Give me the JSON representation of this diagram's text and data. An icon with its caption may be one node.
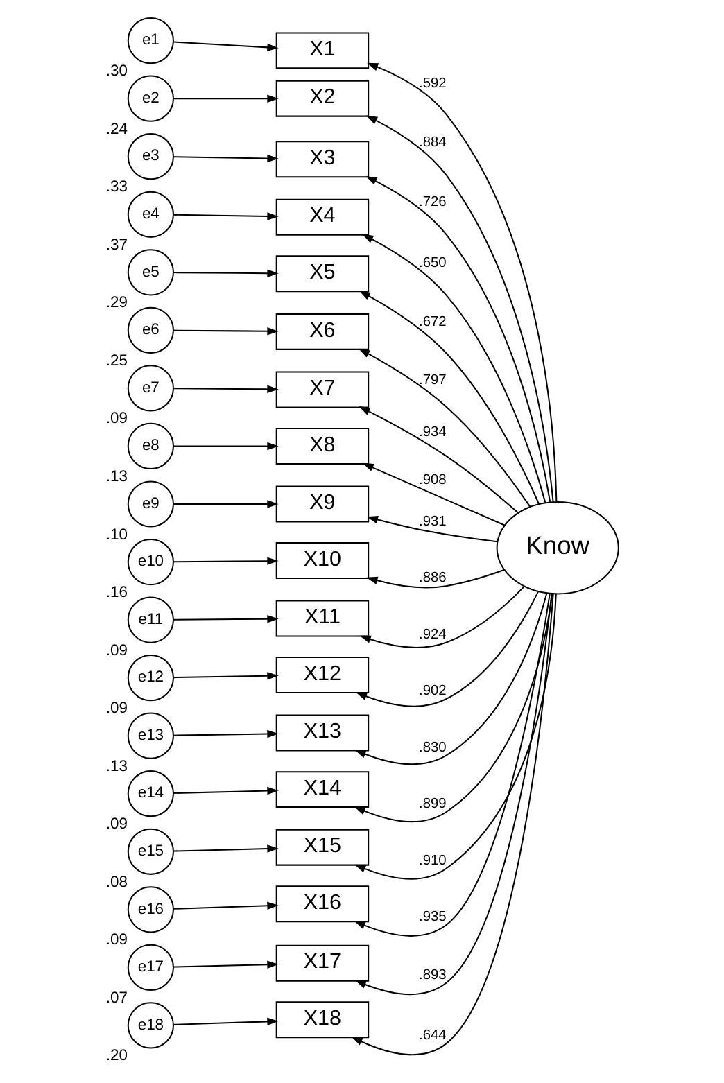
{
  "diagram": {
    "nodes": [
      {
        "text": [
          "e1"
        ],
        "beside": [
          ".30"
        ]
      },
      {
        "text": [
          "e2"
        ],
        "beside": [
          ".24"
        ]
      },
      {
        "text": [
          "e3"
        ],
        "beside": [
          ".33"
        ]
      },
      {
        "text": [
          "e4"
        ],
        "beside": [
          ".37"
        ]
      },
      {
        "text": [
          "e5"
        ],
        "beside": [
          ".29"
        ]
      },
      {
        "text": [
          "e6"
        ],
        "beside": [
          ".25"
        ]
      },
      {
        "text": [
          "e7"
        ],
        "beside": [
          ".09"
        ]
      },
      {
        "text": [
          "e8"
        ],
        "beside": [
          ".13"
        ]
      },
      {
        "text": [
          "e9"
        ],
        "beside": [
          ".10"
        ]
      },
      {
        "text": [
          "e10"
        ],
        "beside": [
          ".16"
        ]
      },
      {
        "text": [
          "e11"
        ],
        "beside": [
          ".09"
        ]
      },
      {
        "text": [
          "e12"
        ],
        "beside": [
          ".09"
        ]
      },
      {
        "text": [
          "e13"
        ],
        "beside": [
          ".13"
        ]
      },
      {
        "text": [
          "e14"
        ],
        "beside": [
          ".09"
        ]
      },
      {
        "text": [
          "e15"
        ],
        "beside": [
          ".08"
        ]
      },
      {
        "text": [
          "e16"
        ],
        "beside": [
          ".09"
        ]
      },
      {
        "text": [
          "e17"
        ],
        "beside": [
          ".07"
        ]
      },
      {
        "text": [
          "e18"
        ],
        "beside": [
          ".20"
        ]
      },
      {
        "text": [
          "X1"
        ]
      },
      {
        "text": [
          "X2"
        ]
      },
      {
        "text": [
          "X3"
        ]
      },
      {
        "text": [
          "X4"
        ]
      },
      {
        "text": [
          "X5"
        ]
      },
      {
        "text": [
          "X6"
        ]
      },
      {
        "text": [
          "X7"
        ]
      },
      {
        "text": [
          "X8"
        ]
      },
      {
        "text": [
          "X9"
        ]
      },
      {
        "text": [
          "X10"
        ]
      },
      {
        "text": [
          "X11"
        ]
      },
      {
        "text": [
          "X12"
        ]
      },
      {
        "text": [
          "X13"
        ]
      },
      {
        "text": [
          "X14"
        ]
      },
      {
        "text": [
          "X15"
        ]
      },
      {
        "text": [
          "X16"
        ]
      },
      {
        "text": [
          "X17"
        ]
      },
      {
        "text": [
          "X18"
        ]
      },
      {
        "text": [
          "Know"
        ]
      }
    ],
    "edges": [
      {
        "from": 0,
        "to": 18,
        "arrow": "to"
      },
      {
        "from": 1,
        "to": 19,
        "arrow": "to"
      },
      {
        "from": 2,
        "to": 20,
        "arrow": "to"
      },
      {
        "from": 3,
        "to": 21,
        "arrow": "to"
      },
      {
        "from": 4,
        "to": 22,
        "arrow": "to"
      },
      {
        "from": 5,
        "to": 23,
        "arrow": "to"
      },
      {
        "from": 6,
        "to": 24,
        "arrow": "to"
      },
      {
        "from": 7,
        "to": 25,
        "arrow": "to"
      },
      {
        "from": 8,
        "to": 26,
        "arrow": "to"
      },
      {
        "from": 9,
        "to": 27,
        "arrow": "to"
      },
      {
        "from": 10,
        "to": 28,
        "arrow": "to"
      },
      {
        "from": 11,
        "to": 29,
        "arrow": "to"
      },
      {
        "from": 12,
        "to": 30,
        "arrow": "to"
      },
      {
        "from": 13,
        "to": 31,
        "arrow": "to"
      },
      {
        "from": 14,
        "to": 32,
        "arrow": "to"
      },
      {
        "from": 15,
        "to": 33,
        "arrow": "to"
      },
      {
        "from": 16,
        "to": 34,
        "arrow": "to"
      },
      {
        "from": 17,
        "to": 35,
        "arrow": "to"
      },
      {
        "from": 36,
        "to": 18,
        "arrow": "to",
        "label": ".592"
      },
      {
        "from": 36,
        "to": 19,
        "arrow": "to",
        "label": ".884"
      },
      {
        "from": 36,
        "to": 20,
        "arrow": "to",
        "label": ".726"
      },
      {
        "from": 36,
        "to": 21,
        "arrow": "to",
        "label": ".650"
      },
      {
        "from": 36,
        "to": 22,
        "arrow": "to",
        "label": ".672"
      },
      {
        "from": 36,
        "to": 23,
        "arrow": "to",
        "label": ".797"
      },
      {
        "from": 36,
        "to": 24,
        "arrow": "to",
        "label": ".934"
      },
      {
        "from": 36,
        "to": 25,
        "arrow": "to",
        "label": ".908"
      },
      {
        "from": 36,
        "to": 26,
        "arrow": "to",
        "label": ".931"
      },
      {
        "from": 36,
        "to": 27,
        "arrow": "to",
        "label": ".886"
      },
      {
        "from": 36,
        "to": 28,
        "arrow": "to",
        "label": ".924"
      },
      {
        "from": 36,
        "to": 29,
        "arrow": "to",
        "label": ".902"
      },
      {
        "from": 36,
        "to": 30,
        "arrow": "to",
        "label": ".830"
      },
      {
        "from": 36,
        "to": 31,
        "arrow": "to",
        "label": ".899"
      },
      {
        "from": 36,
        "to": 32,
        "arrow": "to",
        "label": ".910"
      },
      {
        "from": 36,
        "to": 33,
        "arrow": "to",
        "label": ".935"
      },
      {
        "from": 36,
        "to": 34,
        "arrow": "to",
        "label": ".893"
      },
      {
        "from": 36,
        "to": 35,
        "arrow": "to",
        "label": ".644"
      }
    ]
  }
}
